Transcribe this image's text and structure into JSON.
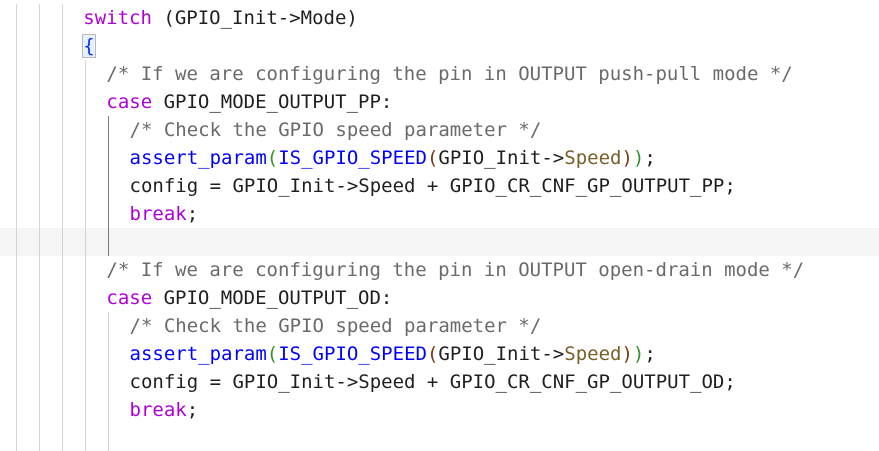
{
  "colors": {
    "keyword": "#af00db",
    "function": "#795e26",
    "macro": "#0000ff",
    "comment": "#6a6a6a",
    "text": "#1f1f1f",
    "paren_level_1": "#319331",
    "paren_level_2": "#7b3814",
    "brace": "#0431fa",
    "current_line": "#f5f5f5"
  },
  "code": {
    "lines": [
      {
        "indent": 3,
        "tokens": [
          {
            "t": "switch",
            "c": "kw"
          },
          {
            "t": " (GPIO_Init->Mode)",
            "c": "ident"
          }
        ]
      },
      {
        "indent": 3,
        "tokens": [
          {
            "t": "{",
            "c": "brace match"
          }
        ]
      },
      {
        "indent": 4,
        "tokens": [
          {
            "t": "/* If we are configuring the pin in OUTPUT push-pull mode */",
            "c": "comment"
          }
        ]
      },
      {
        "indent": 4,
        "tokens": [
          {
            "t": "case",
            "c": "kw"
          },
          {
            "t": " GPIO_MODE_OUTPUT_PP:",
            "c": "ident"
          }
        ]
      },
      {
        "indent": 5,
        "tokens": [
          {
            "t": "/* Check the GPIO speed parameter */",
            "c": "comment"
          }
        ]
      },
      {
        "indent": 5,
        "tokens": [
          {
            "t": "assert_param",
            "c": "macro"
          },
          {
            "t": "(",
            "c": "paren1"
          },
          {
            "t": "IS_GPIO_SPEED",
            "c": "macro"
          },
          {
            "t": "(",
            "c": "paren2"
          },
          {
            "t": "GPIO_Init->",
            "c": "ident"
          },
          {
            "t": "Speed",
            "c": "fn"
          },
          {
            "t": ")",
            "c": "paren2"
          },
          {
            "t": ")",
            "c": "paren1"
          },
          {
            "t": ";",
            "c": "punct"
          }
        ]
      },
      {
        "indent": 5,
        "tokens": [
          {
            "t": "config = GPIO_Init->Speed + GPIO_CR_CNF_GP_OUTPUT_PP;",
            "c": "ident"
          }
        ]
      },
      {
        "indent": 5,
        "tokens": [
          {
            "t": "break",
            "c": "kw"
          },
          {
            "t": ";",
            "c": "punct"
          }
        ]
      },
      {
        "indent": 5,
        "current": true,
        "tokens": []
      },
      {
        "indent": 4,
        "tokens": [
          {
            "t": "/* If we are configuring the pin in OUTPUT open-drain mode */",
            "c": "comment"
          }
        ]
      },
      {
        "indent": 4,
        "tokens": [
          {
            "t": "case",
            "c": "kw"
          },
          {
            "t": " GPIO_MODE_OUTPUT_OD:",
            "c": "ident"
          }
        ]
      },
      {
        "indent": 5,
        "tokens": [
          {
            "t": "/* Check the GPIO speed parameter */",
            "c": "comment"
          }
        ]
      },
      {
        "indent": 5,
        "tokens": [
          {
            "t": "assert_param",
            "c": "macro"
          },
          {
            "t": "(",
            "c": "paren1"
          },
          {
            "t": "IS_GPIO_SPEED",
            "c": "macro"
          },
          {
            "t": "(",
            "c": "paren2"
          },
          {
            "t": "GPIO_Init->",
            "c": "ident"
          },
          {
            "t": "Speed",
            "c": "fn"
          },
          {
            "t": ")",
            "c": "paren2"
          },
          {
            "t": ")",
            "c": "paren1"
          },
          {
            "t": ";",
            "c": "punct"
          }
        ]
      },
      {
        "indent": 5,
        "tokens": [
          {
            "t": "config = GPIO_Init->Speed + GPIO_CR_CNF_GP_OUTPUT_OD;",
            "c": "ident"
          }
        ]
      },
      {
        "indent": 5,
        "tokens": [
          {
            "t": "break",
            "c": "kw"
          },
          {
            "t": ";",
            "c": "punct"
          }
        ]
      },
      {
        "indent": 5,
        "tokens": []
      }
    ]
  }
}
